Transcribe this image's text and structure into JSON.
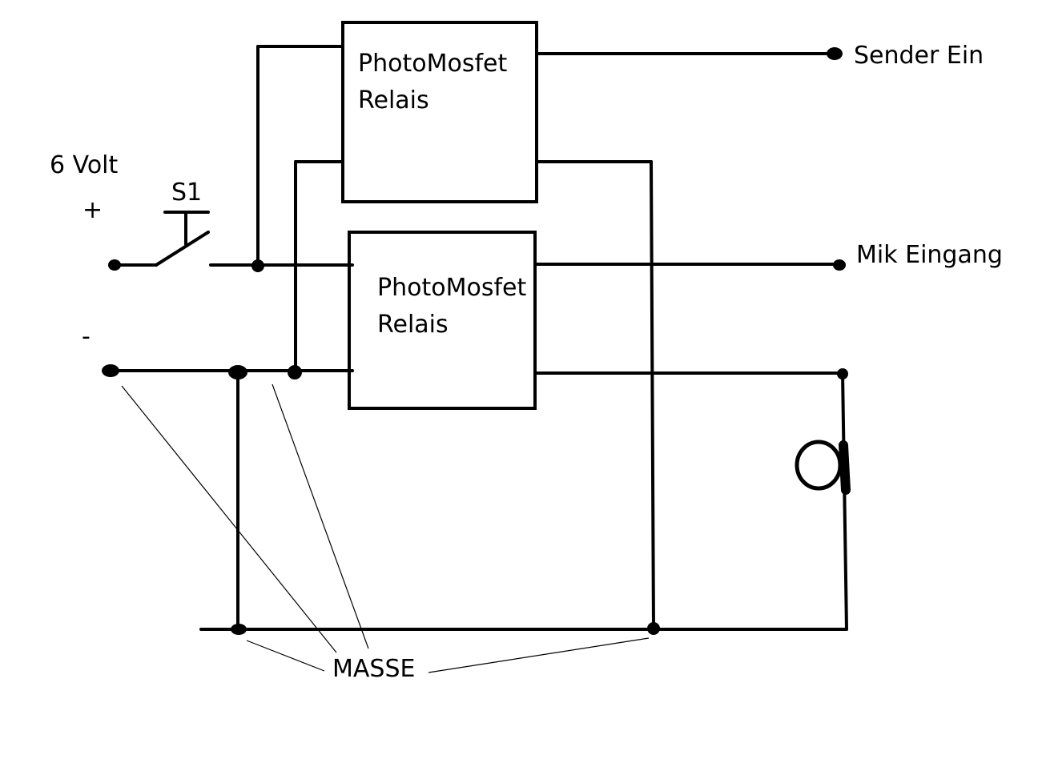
{
  "labels": {
    "supply_voltage": "6 Volt",
    "plus_terminal": "+",
    "minus_terminal": "-",
    "switch": "S1",
    "output_sender": "Sender Ein",
    "output_mic": "Mik Eingang",
    "ground": "MASSE"
  },
  "relays": [
    {
      "line1": "PhotoMosfet",
      "line2": "Relais"
    },
    {
      "line1": "PhotoMosfet",
      "line2": "Relais"
    }
  ],
  "colors": {
    "ink": "#000000",
    "background": "#ffffff"
  }
}
